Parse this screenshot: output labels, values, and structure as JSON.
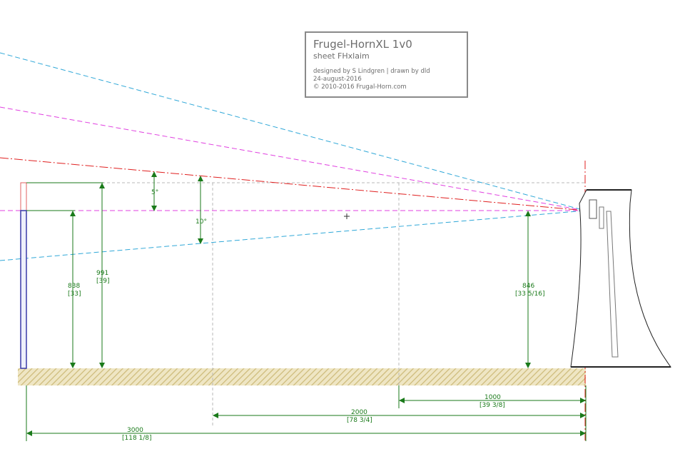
{
  "title_block": {
    "title": "Frugel-HornXL 1v0",
    "sheet": "sheet FHxlaim",
    "designer_line": "designed by S Lindgren | drawn by dld",
    "date": "24-august-2016",
    "copyright": "© 2010-2016 Frugal-Horn.com"
  },
  "angles": {
    "five": "5°",
    "ten": "10°"
  },
  "heights": {
    "h838": {
      "mm": "838",
      "in": "[33]"
    },
    "h991": {
      "mm": "991",
      "in": "[39]"
    },
    "h846": {
      "mm": "846",
      "in": "[33 5/16]"
    }
  },
  "distances": {
    "d1000": {
      "mm": "1000",
      "in": "[39 3/8]"
    },
    "d2000": {
      "mm": "2000",
      "in": "[78 3/4]"
    },
    "d3000": {
      "mm": "3000",
      "in": "[118 1/8]"
    }
  },
  "colors": {
    "dimension": "#1a7a1a",
    "axis_red": "#e02020",
    "magenta": "#e040e0",
    "cyan": "#30a8d8",
    "listener": "#3a3aa8",
    "floor_hatch": "#d8c890",
    "guide": "#b0b0b0"
  }
}
